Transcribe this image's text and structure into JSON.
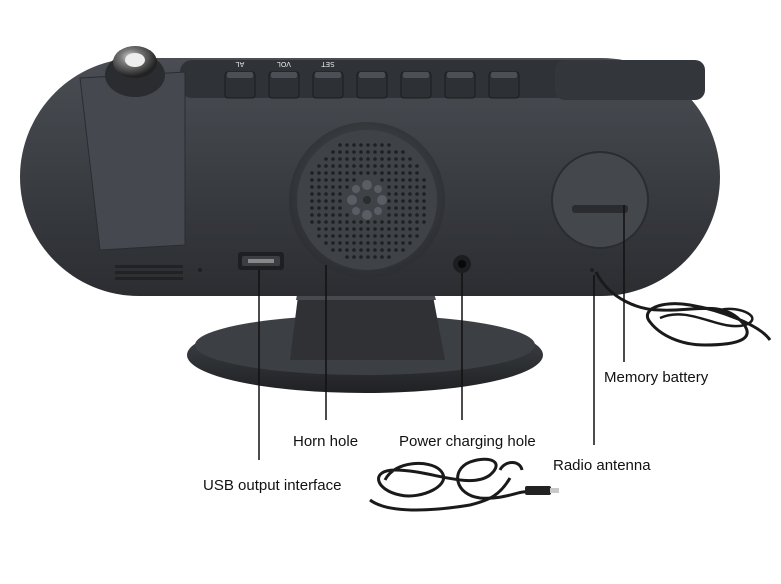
{
  "device": {
    "button_labels": [
      "AL",
      "VOL",
      "SET",
      "",
      "",
      "",
      ""
    ],
    "body_color": "#3a3d42",
    "base_color": "#2e3034"
  },
  "callouts": {
    "horn_hole": "Horn hole",
    "power_charging_hole": "Power charging hole",
    "radio_antenna": "Radio antenna",
    "memory_battery": "Memory battery",
    "usb_output_interface": "USB output interface"
  },
  "icons": [
    "speaker-grille-icon",
    "battery-cover-icon",
    "projector-lens-icon",
    "usb-cable-icon",
    "antenna-wire-icon"
  ]
}
